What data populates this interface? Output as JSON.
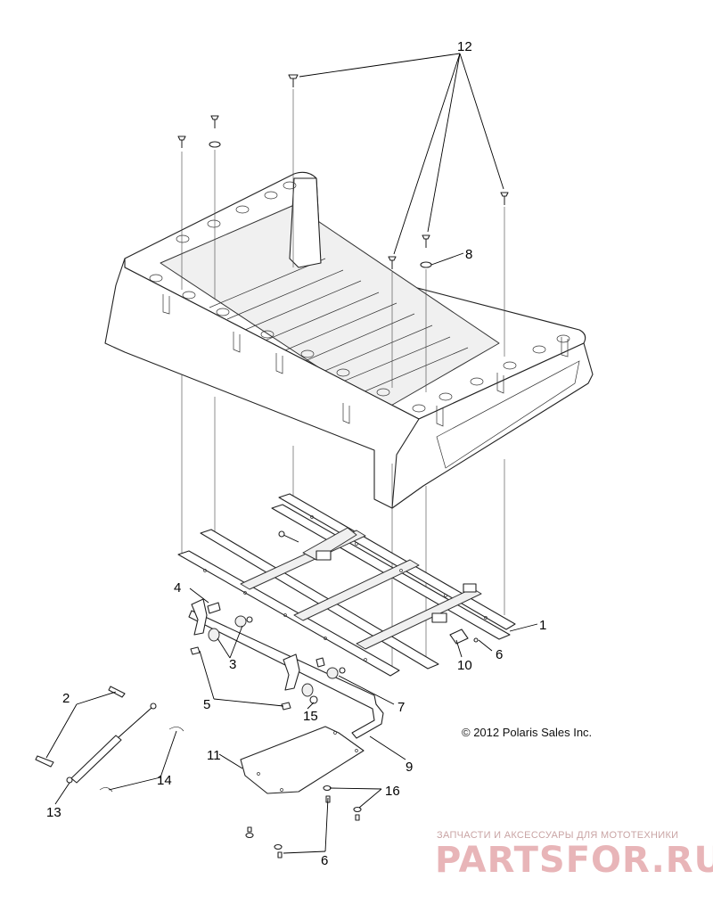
{
  "diagram": {
    "callouts": [
      "1",
      "2",
      "3",
      "4",
      "5",
      "6",
      "6",
      "7",
      "8",
      "9",
      "10",
      "11",
      "12",
      "13",
      "14",
      "15",
      "16"
    ],
    "copyright": "© 2012 Polaris Sales Inc.",
    "watermark": {
      "tagline": "ЗАПЧАСТИ И АКСЕССУАРЫ ДЛЯ МОТОТЕХНИКИ",
      "brand": "PARTSFOR.RU"
    }
  }
}
